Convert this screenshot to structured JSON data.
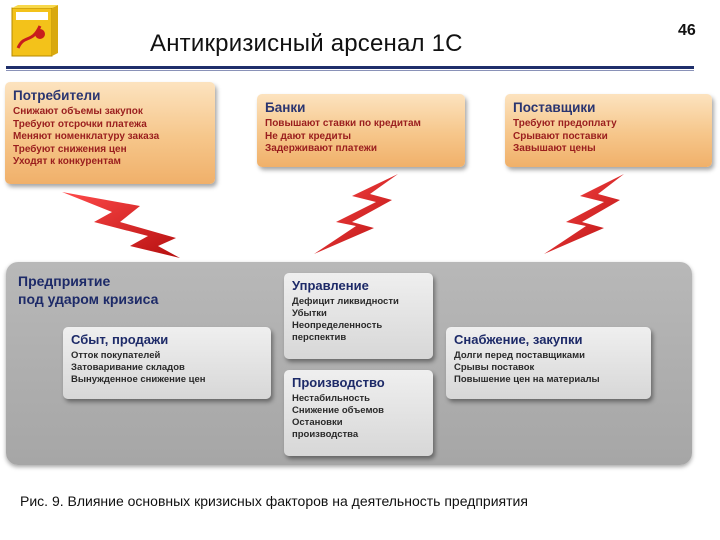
{
  "header": {
    "title": "Антикризисный арсенал 1С",
    "page_number": "46"
  },
  "colors": {
    "rule": "#1f2f6b",
    "orange_box": "#f6c68a",
    "enterprise_panel": "#a6a6a6",
    "heading_text": "#1d2a68",
    "bolt_red": "#d21a1a"
  },
  "external": {
    "consumers": {
      "heading": "Потребители",
      "items": [
        "Снижают объемы закупок",
        "Требуют отсрочки платежа",
        "Меняют номенклатуру заказа",
        "Требуют снижения цен",
        "Уходят к конкурентам"
      ]
    },
    "banks": {
      "heading": "Банки",
      "items": [
        "Повышают ставки по кредитам",
        "Не дают кредиты",
        "Задерживают платежи"
      ]
    },
    "suppliers": {
      "heading": "Поставщики",
      "items": [
        "Требуют предоплату",
        "Срывают поставки",
        "Завышают цены"
      ]
    }
  },
  "enterprise": {
    "title_line1": "Предприятие",
    "title_line2": "под ударом кризиса",
    "sales": {
      "heading": "Сбыт, продажи",
      "items": [
        "Отток покупателей",
        "Затоваривание складов",
        "Вынужденное снижение цен"
      ]
    },
    "management": {
      "heading": "Управление",
      "items": [
        "Дефицит ликвидности",
        "Убытки",
        "Неопределенность",
        "перспектив"
      ]
    },
    "supply": {
      "heading": "Снабжение, закупки",
      "items": [
        "Долги перед поставщиками",
        "Срывы поставок",
        "Повышение цен на материалы"
      ]
    },
    "production": {
      "heading": "Производство",
      "items": [
        "Нестабильность",
        "Снижение объемов",
        "Остановки",
        "производства"
      ]
    }
  },
  "caption": "Рис. 9. Влияние основных кризисных факторов на деятельность предприятия"
}
